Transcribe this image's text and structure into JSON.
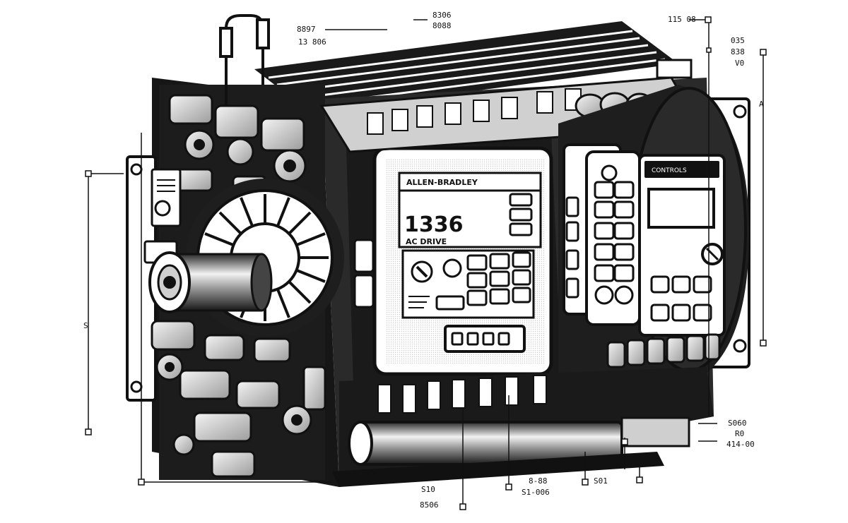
{
  "brand_label": "ALLEN-BRADLEY",
  "model_number": "1336",
  "model_subtitle": "AC DRIVE",
  "right_panel_label": "CONTROLS",
  "callouts": {
    "top_left_a": "8897",
    "top_left_b": "13 806",
    "top_center_a": "8306",
    "top_center_b": "8088",
    "top_right": "115 08",
    "right_a": "035",
    "right_b": "838",
    "right_c": "V0",
    "right_d": "A",
    "left_side": "S",
    "bottom_right_a": "S060",
    "bottom_right_b": "R0",
    "bottom_right_c": "414-00",
    "bottom_center_a": "8-88",
    "bottom_center_b": "S1-006",
    "bottom_left_a": "S10",
    "bottom_left_b": "8506",
    "bottom_mid": "S01"
  },
  "colors": {
    "ink": "#111111",
    "paper": "#ffffff",
    "mid_gray": "#8a8a8a",
    "light_gray": "#d6d6d6",
    "dark_gray": "#3a3a3a"
  }
}
